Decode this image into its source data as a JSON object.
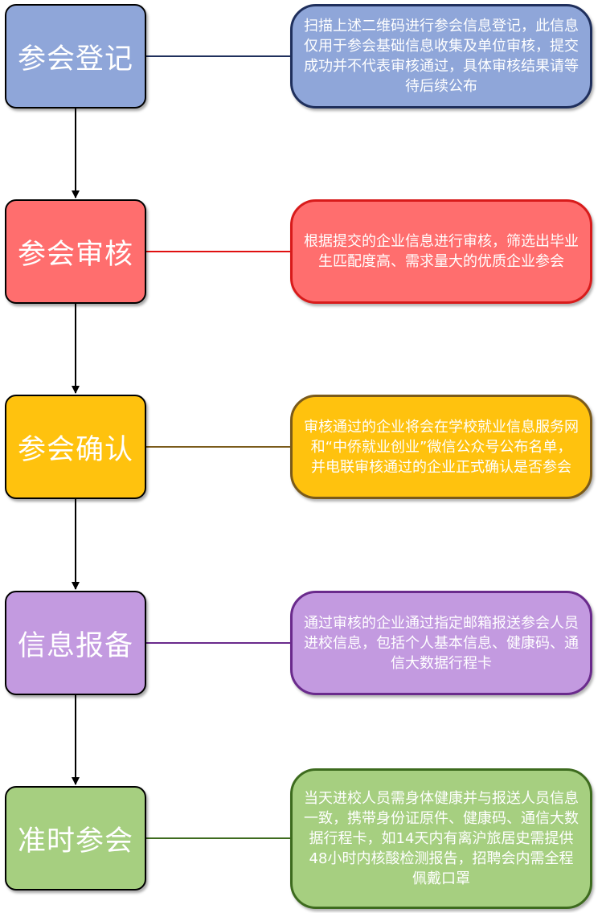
{
  "steps": [
    {
      "title": "参会登记",
      "desc": "扫描上述二维码进行参会信息登记，此信息仅用于参会基础信息收集及单位审核，提交成功并不代表审核通过，具体审核结果请等待后续公布"
    },
    {
      "title": "参会审核",
      "desc": "根据提交的企业信息进行审核，筛选出毕业生匹配度高、需求量大的优质企业参会"
    },
    {
      "title": "参会确认",
      "desc": "审核通过的企业将会在学校就业信息服务网和“中侨就业创业”微信公众号公布名单，并电联审核通过的企业正式确认是否参会"
    },
    {
      "title": "信息报备",
      "desc": "通过审核的企业通过指定邮箱报送参会人员进校信息，包括个人基本信息、健康码、通信大数据行程卡"
    },
    {
      "title": "准时参会",
      "desc": "当天进校人员需身体健康并与报送人员信息一致，携带身份证原件、健康码、通信大数据行程卡，如14天内有离沪旅居史需提供48小时内核酸检测报告，招聘会内需全程佩戴口罩"
    }
  ],
  "colors": {
    "step1": "#8fa6d9",
    "step2": "#ff6e6e",
    "step3": "#ffc20e",
    "step4": "#c39ae0",
    "step5": "#a6cf80",
    "line1": "#1f2f5c",
    "line2": "#e01010",
    "line3": "#7a5a1a",
    "line4": "#6a2a8c",
    "line5": "#3d6b1e"
  }
}
